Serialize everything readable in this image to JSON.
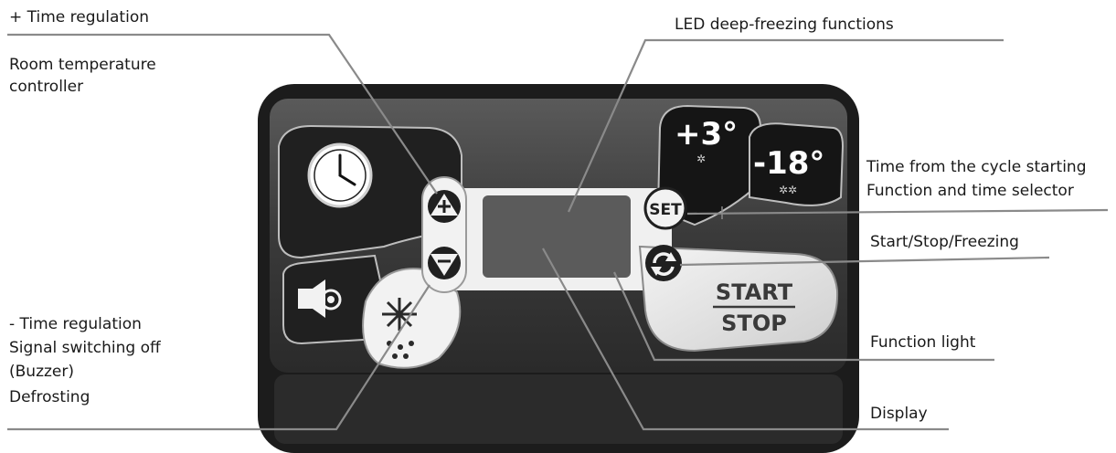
{
  "labels": {
    "plus_time": "+ Time regulation",
    "room_temp_1": "Room temperature",
    "room_temp_2": "controller",
    "minus_time": "- Time regulation",
    "signal_off": "Signal switching off",
    "buzzer": "(Buzzer)",
    "defrosting": "Defrosting",
    "led_deep_freezing": "LED deep-freezing functions",
    "time_from_cycle": "Time from the cycle starting",
    "function_time_selector": "Function and time selector",
    "start_stop_freezing": "Start/Stop/Freezing",
    "function_light": "Function light",
    "display": "Display"
  },
  "panel": {
    "plus3": "+3°",
    "minus18": "-18°",
    "set": "SET",
    "start": "START",
    "stop": "STOP"
  },
  "icons": [
    "clock-icon",
    "plus-icon",
    "minus-icon",
    "buzzer-icon",
    "defrost-icon",
    "snowflake-icon",
    "refresh-icon"
  ],
  "colors": {
    "frame": "#1c1c1c",
    "panel": "#3f3f3f",
    "display": "#5b5b5b",
    "button_face": "#e9e9e9",
    "leader": "#8a8a8a"
  }
}
